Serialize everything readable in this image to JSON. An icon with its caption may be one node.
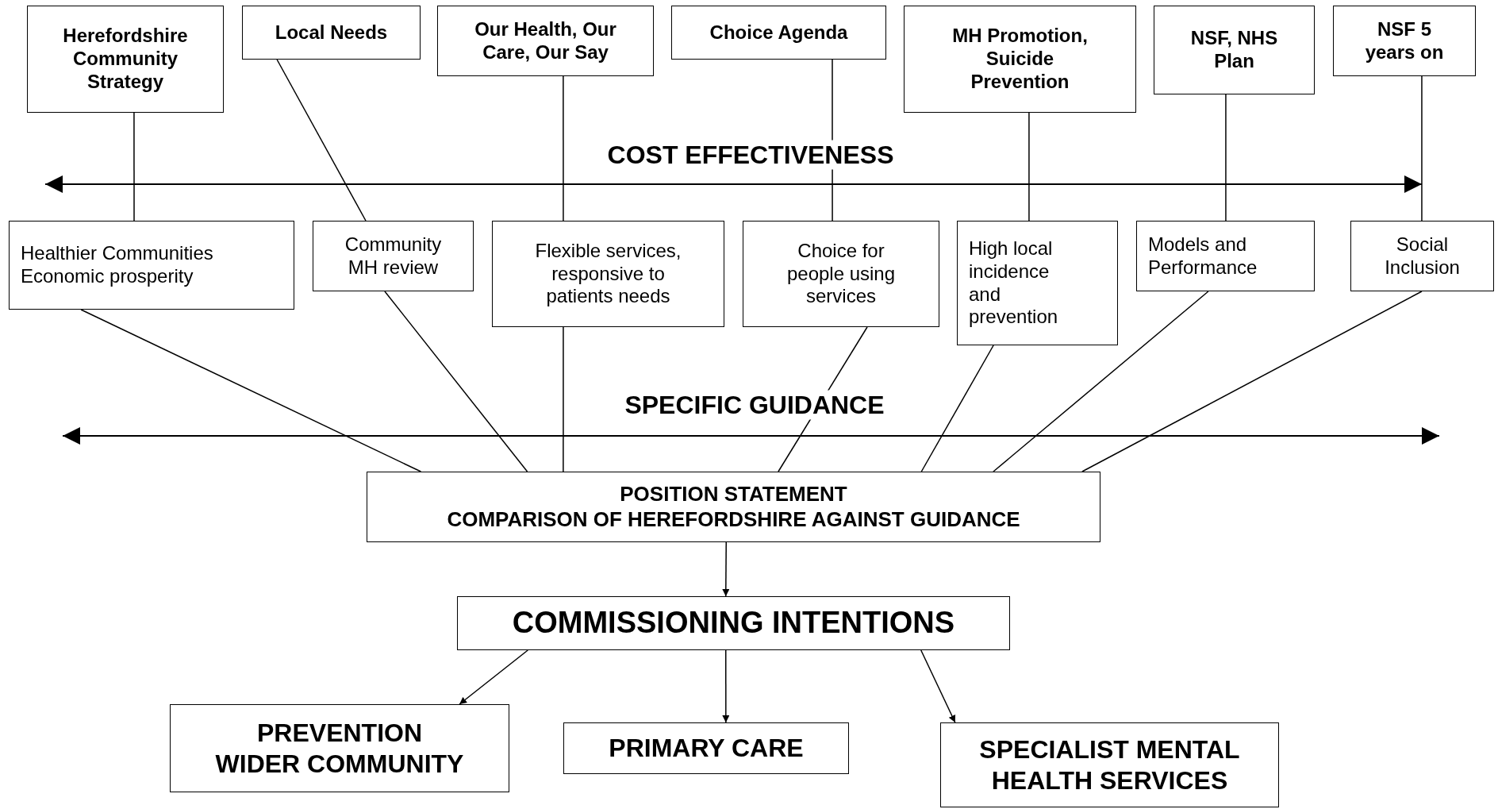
{
  "diagram": {
    "nodes": [
      {
        "text": [
          "Herefordshire Community Strategy"
        ]
      },
      {
        "text": [
          "Local Needs"
        ]
      },
      {
        "text": [
          "Our Health, Our Care, Our Say"
        ]
      },
      {
        "text": [
          "Choice Agenda"
        ]
      },
      {
        "text": [
          "MH Promotion, Suicide Prevention"
        ]
      },
      {
        "text": [
          "NSF, NHS Plan"
        ]
      },
      {
        "text": [
          "NSF 5 years on"
        ]
      },
      {
        "text": [
          "Healthier Communities Economic prosperity"
        ]
      },
      {
        "text": [
          "Community MH review"
        ]
      },
      {
        "text": [
          "Flexible services, responsive to patients needs"
        ]
      },
      {
        "text": [
          "Choice for people using services"
        ]
      },
      {
        "text": [
          "High local incidence and prevention"
        ]
      },
      {
        "text": [
          "Models and Performance"
        ]
      },
      {
        "text": [
          "Social Inclusion"
        ]
      },
      {
        "text": [
          "POSITION STATEMENT",
          "COMPARISON OF HEREFORDSHIRE AGAINST GUIDANCE"
        ]
      },
      {
        "text": [
          "COMMISSIONING INTENTIONS"
        ]
      },
      {
        "text": [
          "PREVENTION",
          "WIDER COMMUNITY"
        ]
      },
      {
        "text": [
          "PRIMARY CARE"
        ]
      },
      {
        "text": [
          "SPECIALIST MENTAL HEALTH SERVICES"
        ]
      }
    ],
    "edges": [
      {
        "from": 0,
        "to": 7,
        "arrow": "none"
      },
      {
        "from": 1,
        "to": 8,
        "arrow": "none"
      },
      {
        "from": 2,
        "to": 9,
        "arrow": "none"
      },
      {
        "from": 3,
        "to": 10,
        "arrow": "none"
      },
      {
        "from": 4,
        "to": 11,
        "arrow": "none"
      },
      {
        "from": 5,
        "to": 12,
        "arrow": "none"
      },
      {
        "from": 6,
        "to": 13,
        "arrow": "none"
      },
      {
        "from": 7,
        "to": 14,
        "arrow": "none"
      },
      {
        "from": 8,
        "to": 14,
        "arrow": "none"
      },
      {
        "from": 9,
        "to": 14,
        "arrow": "none"
      },
      {
        "from": 10,
        "to": 14,
        "arrow": "none"
      },
      {
        "from": 11,
        "to": 14,
        "arrow": "none"
      },
      {
        "from": 12,
        "to": 14,
        "arrow": "none"
      },
      {
        "from": 13,
        "to": 14,
        "arrow": "none"
      },
      {
        "from": 14,
        "to": 15,
        "arrow": "to"
      },
      {
        "from": 15,
        "to": 16,
        "arrow": "to"
      },
      {
        "from": 15,
        "to": 17,
        "arrow": "to"
      },
      {
        "from": 15,
        "to": 18,
        "arrow": "to"
      }
    ],
    "labels": [
      "COST EFFECTIVENESS",
      "SPECIFIC GUIDANCE"
    ]
  }
}
